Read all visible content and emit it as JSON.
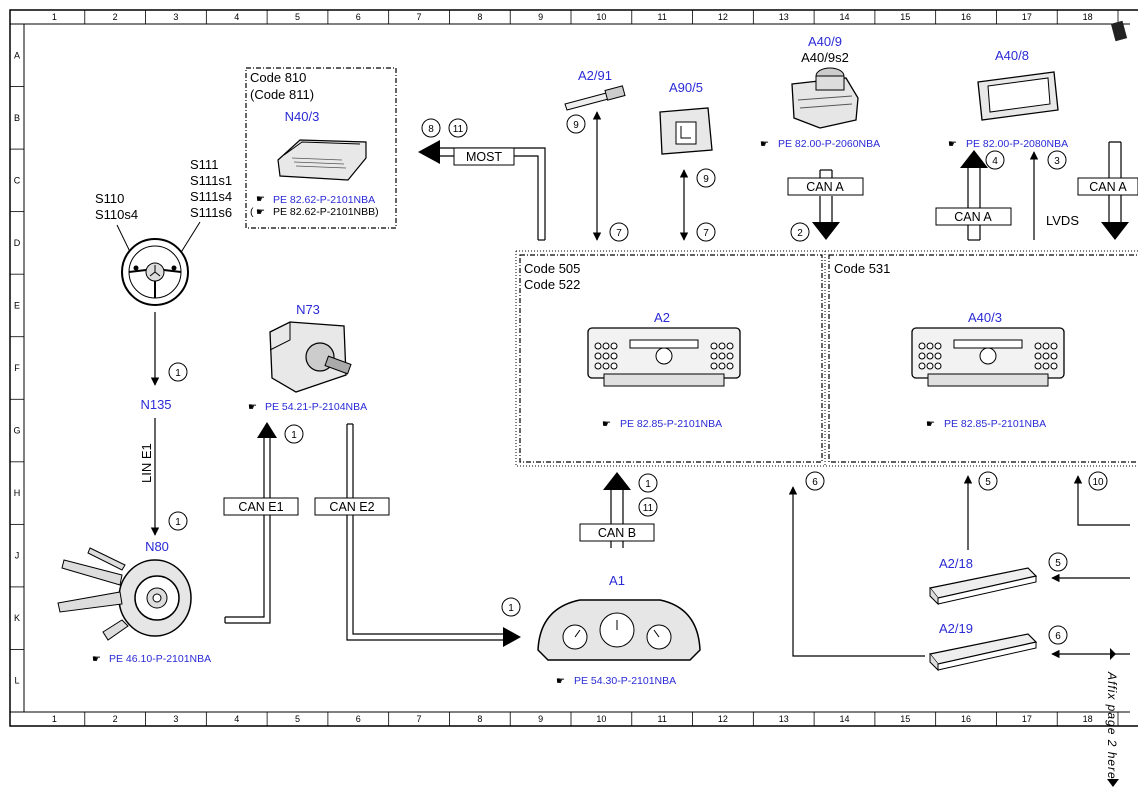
{
  "ruler": {
    "columns": [
      "1",
      "2",
      "3",
      "4",
      "5",
      "6",
      "7",
      "8",
      "9",
      "10",
      "11",
      "12",
      "13",
      "14",
      "15",
      "16",
      "17",
      "18"
    ],
    "rows": [
      "A",
      "B",
      "C",
      "D",
      "E",
      "F",
      "G",
      "H",
      "J",
      "K",
      "L"
    ]
  },
  "affix_note": "Affix page 2 here",
  "code_groups": {
    "n40_code1": "Code 810",
    "n40_code2": "(Code 811)",
    "a2_code1": "Code 505",
    "a2_code2": "Code 522",
    "a403_code": "Code 531"
  },
  "components": {
    "n40_3": "N40/3",
    "n73": "N73",
    "n135": "N135",
    "n80": "N80",
    "a1": "A1",
    "a2": "A2",
    "a40_3": "A40/3",
    "a2_91": "A2/91",
    "a90_5": "A90/5",
    "a40_9": "A40/9",
    "a40_9s2": "A40/9s2",
    "a40_8": "A40/8",
    "a2_18": "A2/18",
    "a2_19": "A2/19"
  },
  "switches": {
    "left1": "S110",
    "left2": "S110s4",
    "right1": "S111",
    "right2": "S111s1",
    "right3": "S111s4",
    "right4": "S111s6"
  },
  "references": {
    "n40_a": "PE 82.62-P-2101NBA",
    "n40_b": "(",
    "n40_b2": "PE 82.62-P-2101NBB)",
    "n73": "PE 54.21-P-2104NBA",
    "n80": "PE 46.10-P-2101NBA",
    "a1": "PE 54.30-P-2101NBA",
    "a2": "PE 82.85-P-2101NBA",
    "a40_3": "PE 82.85-P-2101NBA",
    "a40_9": "PE 82.00-P-2060NBA",
    "a40_8": "PE 82.00-P-2080NBA"
  },
  "buses": {
    "most": "MOST",
    "can_a1": "CAN A",
    "can_a2": "CAN A",
    "can_a3": "CAN A",
    "can_b": "CAN B",
    "can_e1": "CAN E1",
    "can_e2": "CAN E2",
    "lin_e1": "LIN E1",
    "lvds": "LVDS"
  },
  "callouts": {
    "c8": "8",
    "c11a": "11",
    "c9a": "9",
    "c9b": "9",
    "c7a": "7",
    "c7b": "7",
    "c2": "2",
    "c4": "4",
    "c3": "3",
    "c1a": "1",
    "c1b": "1",
    "c1c": "1",
    "c1d": "1",
    "c1e": "1",
    "c11b": "11",
    "c6a": "6",
    "c5a": "5",
    "c10": "10",
    "c5b": "5",
    "c6b": "6"
  },
  "colors": {
    "component_label": "#2a2ad6",
    "line": "#000000"
  }
}
